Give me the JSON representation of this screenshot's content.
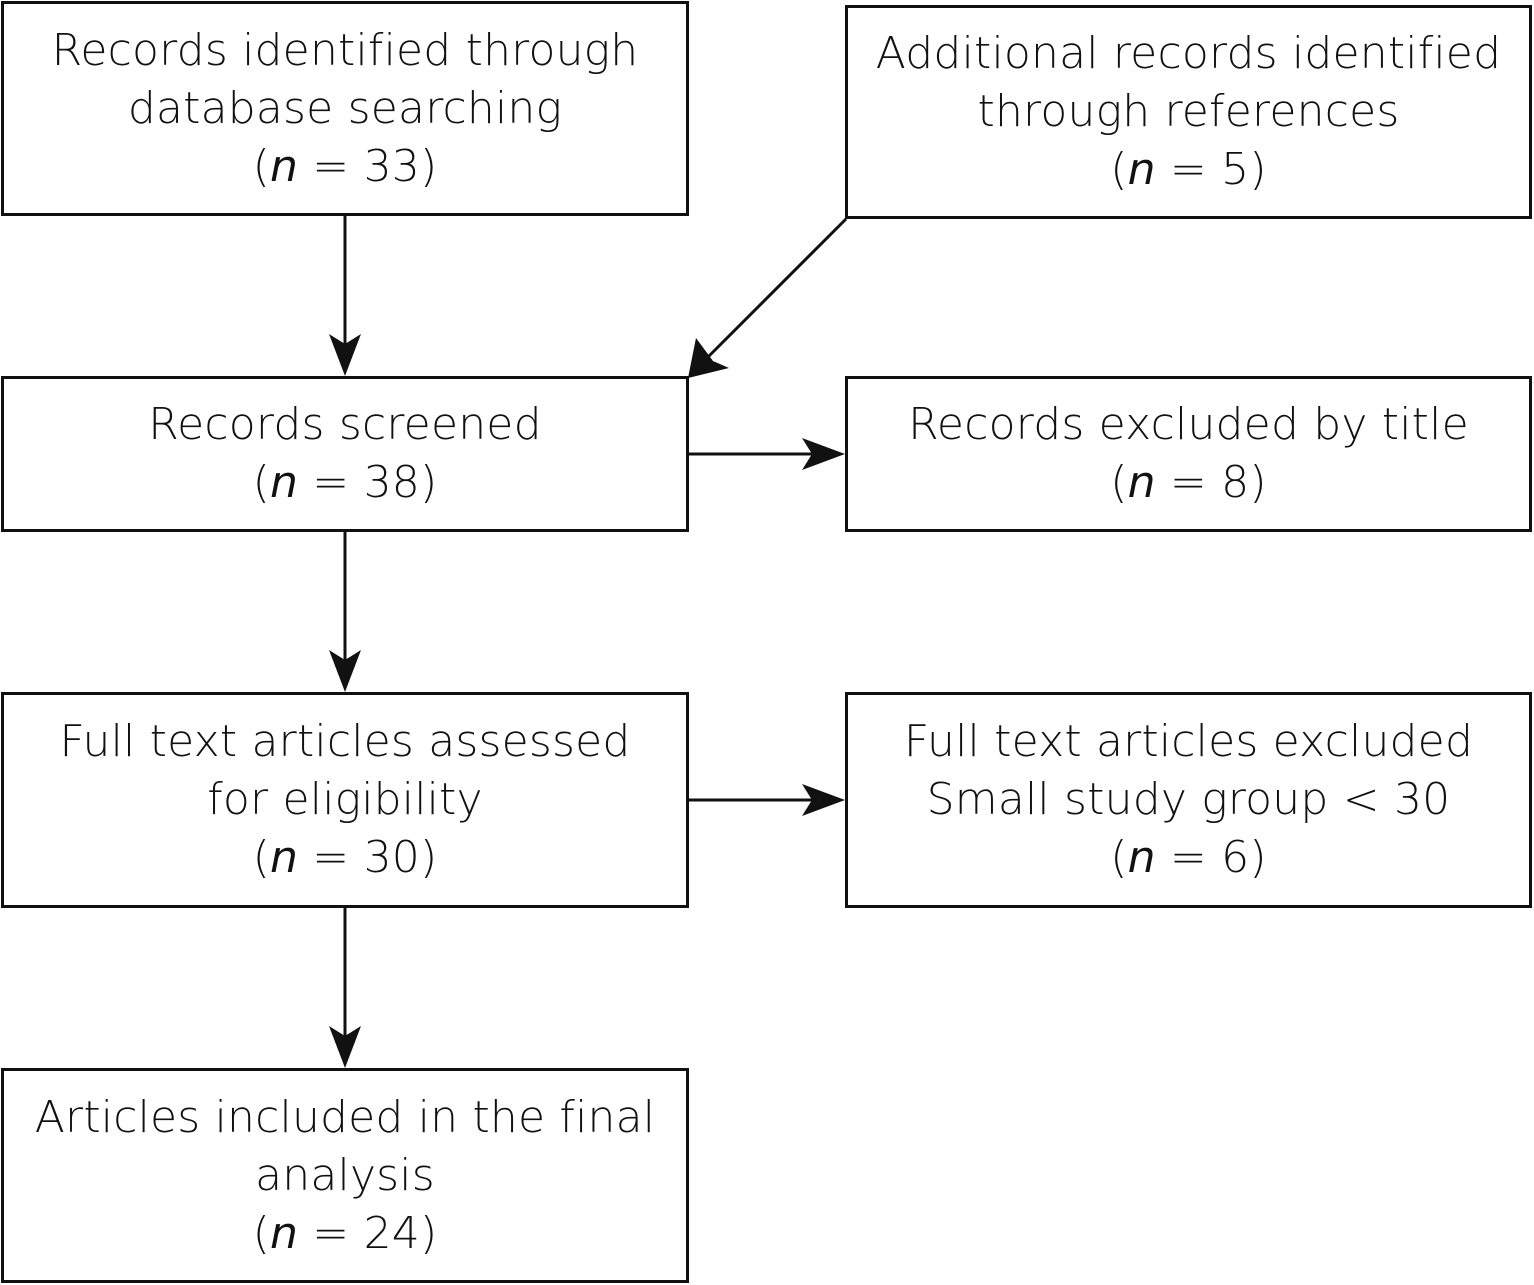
{
  "boxes": {
    "identified": {
      "lines": [
        "Records identified through",
        "database searching"
      ],
      "n_label": "n",
      "n_value": "33"
    },
    "additional": {
      "lines": [
        "Additional records identified",
        "through references"
      ],
      "n_label": "n",
      "n_value": "5"
    },
    "screened": {
      "lines": [
        "Records screened"
      ],
      "n_label": "n",
      "n_value": "38"
    },
    "excluded_title": {
      "lines": [
        "Records excluded by title"
      ],
      "n_label": "n",
      "n_value": "8"
    },
    "assessed": {
      "lines": [
        "Full text articles assessed",
        "for eligibility"
      ],
      "n_label": "n",
      "n_value": "30"
    },
    "excluded_fulltext": {
      "lines": [
        "Full text articles excluded",
        "Small study group < 30"
      ],
      "n_label": "n",
      "n_value": "6"
    },
    "included": {
      "lines": [
        "Articles included in the final",
        "analysis"
      ],
      "n_label": "n",
      "n_value": "24"
    }
  },
  "colors": {
    "stroke": "#111111",
    "background": "#ffffff"
  }
}
